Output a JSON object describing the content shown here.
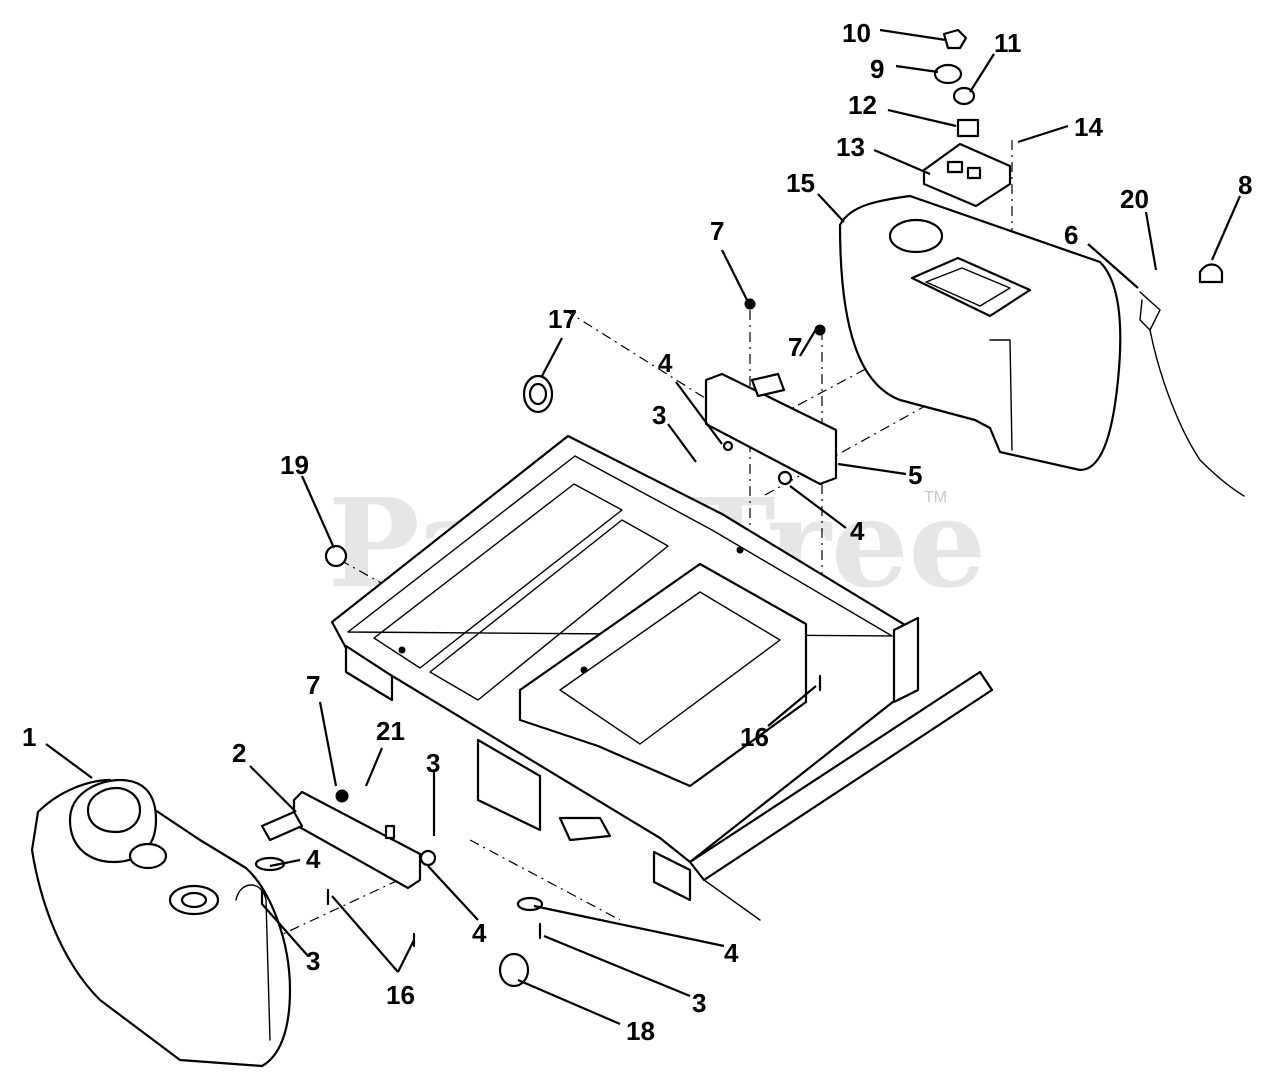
{
  "diagram": {
    "watermark": {
      "text": "PartsTree",
      "trademark": "TM"
    },
    "callouts": [
      "10",
      "9",
      "11",
      "12",
      "14",
      "13",
      "15",
      "20",
      "8",
      "6",
      "7",
      "7",
      "17",
      "4",
      "3",
      "5",
      "4",
      "19",
      "16",
      "7",
      "21",
      "1",
      "2",
      "3",
      "4",
      "3",
      "16",
      "4",
      "4",
      "3",
      "18"
    ]
  }
}
